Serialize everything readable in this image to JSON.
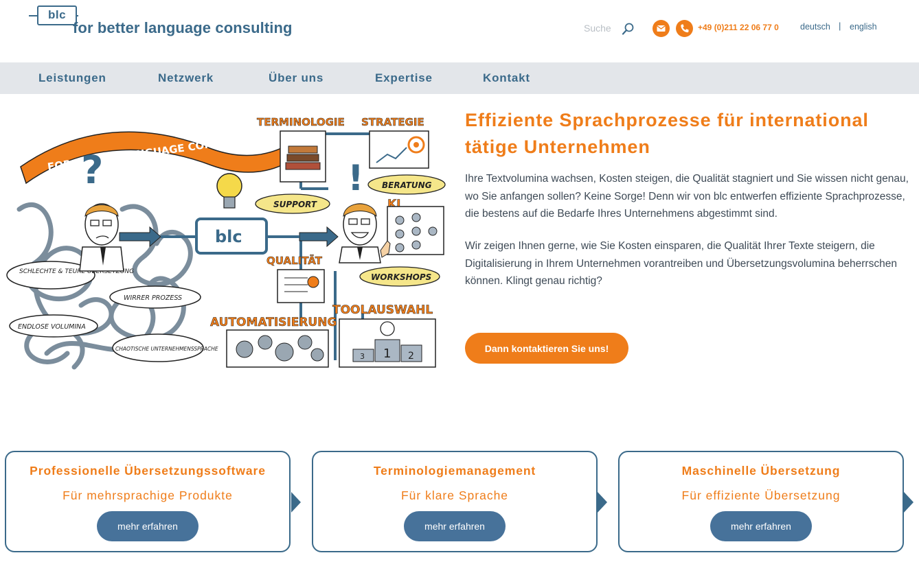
{
  "brand": {
    "logo_mark": "blc",
    "tagline": "for better language consulting",
    "accent_color": "#ef7d1a",
    "primary_color": "#3b6a8a"
  },
  "header": {
    "search_placeholder": "Suche",
    "search_icon": "search-icon",
    "mail_icon": "mail-icon",
    "phone_icon": "phone-icon",
    "phone_number": "+49 (0)211 22 06 77 0",
    "languages": [
      "deutsch",
      "english"
    ],
    "language_separator": "|"
  },
  "nav": {
    "items": [
      "Leistungen",
      "Netzwerk",
      "Über uns",
      "Expertise",
      "Kontakt"
    ]
  },
  "illustration": {
    "banner": "FOR BETTER LANGUAGE CONSULTING",
    "center": "blc",
    "problems": [
      "SCHLECHTE & TEURE ÜBERSETZUNG",
      "WIRRER PROZESS",
      "ENDLOSE VOLUMINA",
      "CHAOTISCHE UNTERNEHMENSSPRACHE"
    ],
    "solutions": [
      "TERMINOLOGIE",
      "STRATEGIE",
      "SUPPORT",
      "BERATUNG",
      "KI",
      "QUALITÄT",
      "WORKSHOPS",
      "TOOLAUSWAHL",
      "AUTOMATISIERUNG"
    ],
    "podium": [
      "3",
      "1",
      "2"
    ]
  },
  "hero": {
    "title": "Effiziente Sprachprozesse für international tätige Unternehmen",
    "paragraph1": "Ihre Textvolumina wachsen, Kosten steigen, die Qualität stagniert und Sie wissen nicht genau, wo Sie anfangen sollen? Keine Sorge! Denn wir von blc entwerfen effiziente Sprachprozesse, die bestens auf die Bedarfe Ihres Unternehmens abgestimmt sind.",
    "paragraph2": "Wir zeigen Ihnen gerne, wie Sie Kosten einsparen, die Qualität Ihrer Texte steigern, die Digitalisierung in Ihrem Unternehmen vorantreiben und Übersetzungsvolumina beherrschen können. Klingt genau richtig?",
    "cta_label": "Dann kontaktieren Sie uns!"
  },
  "cards": [
    {
      "title": "Professionelle Übersetzungssoftware",
      "subtitle": "Für mehrsprachige Produkte",
      "button": "mehr erfahren"
    },
    {
      "title": "Terminologiemanagement",
      "subtitle": "Für klare Sprache",
      "button": "mehr erfahren"
    },
    {
      "title": "Maschinelle Übersetzung",
      "subtitle": "Für effiziente Übersetzung",
      "button": "mehr erfahren"
    }
  ]
}
